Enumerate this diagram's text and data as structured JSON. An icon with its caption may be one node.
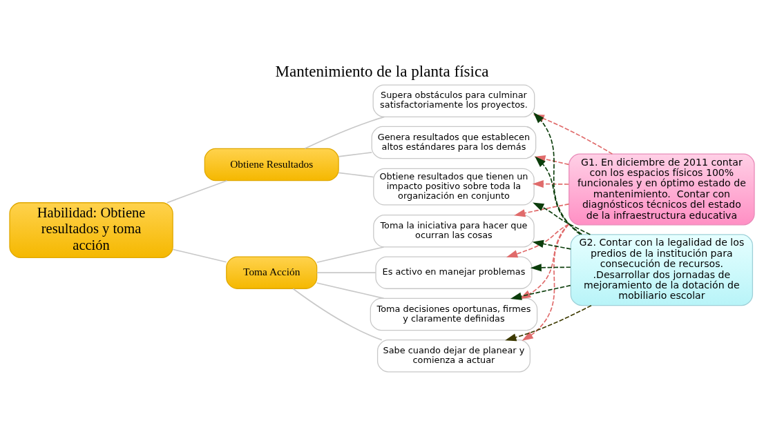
{
  "diagram": {
    "title": "Mantenimiento de la planta física",
    "nodes": [
      {
        "text": [
          "Habilidad: Obtiene resultados y toma acción"
        ]
      },
      {
        "text": [
          "Obtiene Resultados"
        ]
      },
      {
        "text": [
          "Toma Acción"
        ]
      },
      {
        "text": [
          "Supera obstáculos para culminar satisfactoriamente los proyectos."
        ]
      },
      {
        "text": [
          "Genera resultados que establecen altos estándares para los demás"
        ]
      },
      {
        "text": [
          "Obtiene resultados que tienen un impacto positivo sobre toda la organización en conjunto"
        ]
      },
      {
        "text": [
          "Sabe cuando dejar de planear y comienza a actuar"
        ]
      },
      {
        "text": [
          "Toma la iniciativa para hacer que ocurran las cosas"
        ]
      },
      {
        "text": [
          "Es activo en manejar problemas"
        ]
      },
      {
        "text": [
          "Toma decisiones oportunas, firmes y claramente definidas"
        ]
      },
      {
        "text": [
          "G1. En diciembre de 2011 contar con los espacios físicos 100% funcionales y en óptimo estado de mantenimiento.  Contar con diagnósticos técnicos del estado de la infraestructura educativa"
        ]
      },
      {
        "text": [
          "G2. Contar con la legalidad de los predios de la institución para consecución de recursos. .Desarrollar dos jornadas de mejoramiento de la dotación de mobiliario escolar"
        ]
      }
    ],
    "edges": [
      {
        "from": 0,
        "to": 1,
        "arrow": "none",
        "color": "#c8c8c8"
      },
      {
        "from": 0,
        "to": 2,
        "arrow": "none",
        "color": "#c8c8c8"
      },
      {
        "from": 1,
        "to": 3,
        "arrow": "none",
        "color": "#c8c8c8"
      },
      {
        "from": 1,
        "to": 4,
        "arrow": "none",
        "color": "#c8c8c8"
      },
      {
        "from": 1,
        "to": 5,
        "arrow": "none",
        "color": "#c8c8c8"
      },
      {
        "from": 2,
        "to": 6,
        "arrow": "none",
        "color": "#c8c8c8"
      },
      {
        "from": 2,
        "to": 7,
        "arrow": "none",
        "color": "#c8c8c8"
      },
      {
        "from": 2,
        "to": 8,
        "arrow": "none",
        "color": "#c8c8c8"
      },
      {
        "from": 2,
        "to": 9,
        "arrow": "none",
        "color": "#c8c8c8"
      },
      {
        "from": 10,
        "to": 3,
        "arrow": "to",
        "style": "dashed",
        "color": "#e06b6b"
      },
      {
        "from": 10,
        "to": 4,
        "arrow": "to",
        "style": "dashed",
        "color": "#e06b6b"
      },
      {
        "from": 10,
        "to": 5,
        "arrow": "to",
        "style": "dashed",
        "color": "#e06b6b"
      },
      {
        "from": 10,
        "to": 6,
        "arrow": "to",
        "style": "dashed",
        "color": "#e06b6b"
      },
      {
        "from": 10,
        "to": 7,
        "arrow": "to",
        "style": "dashed",
        "color": "#e06b6b"
      },
      {
        "from": 10,
        "to": 8,
        "arrow": "to",
        "style": "dashed",
        "color": "#e06b6b"
      },
      {
        "from": 10,
        "to": 9,
        "arrow": "to",
        "style": "dashed",
        "color": "#e06b6b"
      },
      {
        "from": 11,
        "to": 3,
        "arrow": "to",
        "style": "dashed",
        "color": "#0b3d0b"
      },
      {
        "from": 11,
        "to": 4,
        "arrow": "to",
        "style": "dashed",
        "color": "#0b3d0b"
      },
      {
        "from": 11,
        "to": 5,
        "arrow": "to",
        "style": "dashed",
        "color": "#0b3d0b"
      },
      {
        "from": 11,
        "to": 6,
        "arrow": "to",
        "style": "dashed",
        "color": "#3d3a00"
      },
      {
        "from": 11,
        "to": 7,
        "arrow": "to",
        "style": "dashed",
        "color": "#0b3d0b"
      },
      {
        "from": 11,
        "to": 8,
        "arrow": "to",
        "style": "dashed",
        "color": "#0b3d0b"
      },
      {
        "from": 11,
        "to": 9,
        "arrow": "to",
        "style": "dashed",
        "color": "#0b3d0b"
      }
    ]
  }
}
